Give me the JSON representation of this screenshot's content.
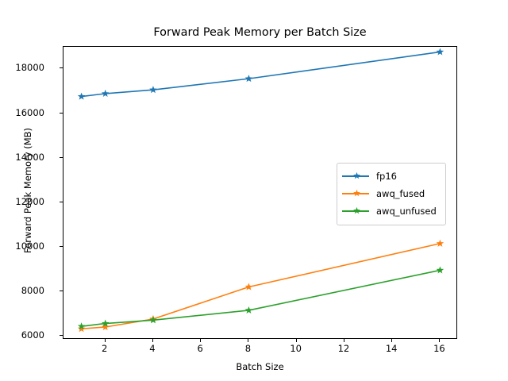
{
  "chart_data": {
    "type": "line",
    "title": "Forward Peak Memory per Batch Size",
    "xlabel": "Batch Size",
    "ylabel": "Forward Peak Memory (MB)",
    "x": [
      1,
      2,
      4,
      8,
      16
    ],
    "xlim": [
      0.25,
      16.75
    ],
    "ylim": [
      5830,
      18980
    ],
    "xticks": [
      2,
      4,
      6,
      8,
      10,
      12,
      14,
      16
    ],
    "yticks": [
      6000,
      8000,
      10000,
      12000,
      14000,
      16000,
      18000
    ],
    "grid": false,
    "legend_position": "center right",
    "marker": "star",
    "series": [
      {
        "name": "fp16",
        "color": "#1f77b4",
        "values": [
          16750,
          16880,
          17050,
          17550,
          18750
        ]
      },
      {
        "name": "awq_fused",
        "color": "#ff7f0e",
        "values": [
          6320,
          6400,
          6760,
          8200,
          10150
        ]
      },
      {
        "name": "awq_unfused",
        "color": "#2ca02c",
        "values": [
          6430,
          6560,
          6710,
          7150,
          8950
        ]
      }
    ]
  }
}
